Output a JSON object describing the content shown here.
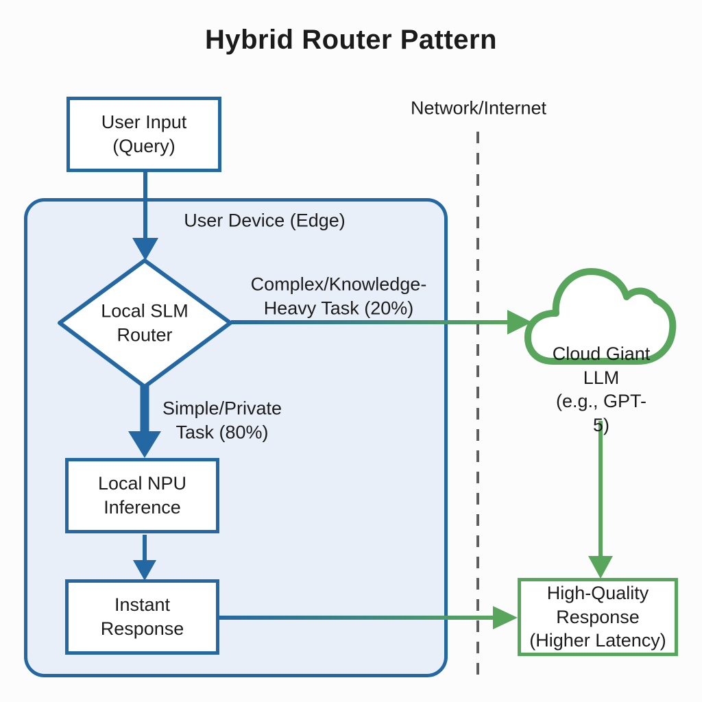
{
  "title": "Hybrid Router Pattern",
  "colors": {
    "blue": "#2368a2",
    "green": "#58a55c",
    "container_fill": "#e9eff8",
    "dashed_line": "#5f5f5f",
    "text": "#1b1b1b"
  },
  "labels": {
    "network": "Network/Internet",
    "user_device": "User Device (Edge)",
    "complex_task": "Complex/Knowledge-\nHeavy Task (20%)",
    "simple_task": "Simple/Private\nTask (80%)"
  },
  "nodes": {
    "user_input": "User Input\n(Query)",
    "slm_router": "Local SLM\nRouter",
    "npu_inference": "Local NPU\nInference",
    "instant_response": "Instant\nResponse",
    "cloud_llm": "Cloud Giant LLM\n(e.g., GPT-5)",
    "high_quality": "High-Quality\nResponse\n(Higher Latency)"
  }
}
